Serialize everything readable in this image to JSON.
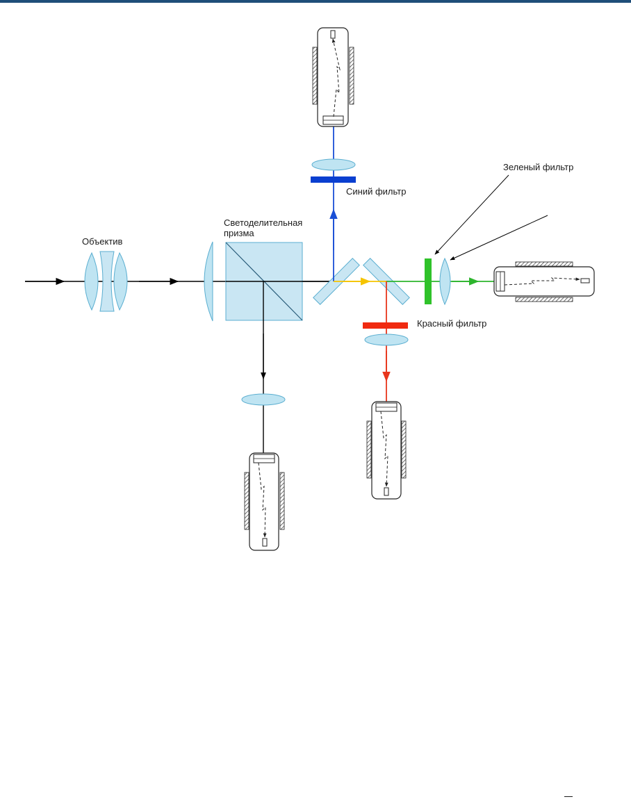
{
  "colors": {
    "header_rule": "#1f4e79",
    "beam_white": "#000000",
    "beam_blue": "#1a4fd6",
    "beam_yellow": "#f5c400",
    "beam_green": "#2db52d",
    "beam_red": "#e8361c",
    "filter_blue": "#0a3fd0",
    "filter_green": "#2fc22a",
    "filter_red": "#f02a10",
    "glass": "#c9e6f3"
  },
  "labels": {
    "objective": "Объектив",
    "prism_line1": "Светоделительная",
    "prism_line2": "призма",
    "blue_filter": "Синий фильтр",
    "green_filter": "Зеленый фильтр",
    "red_filter": "Красный фильтр"
  }
}
